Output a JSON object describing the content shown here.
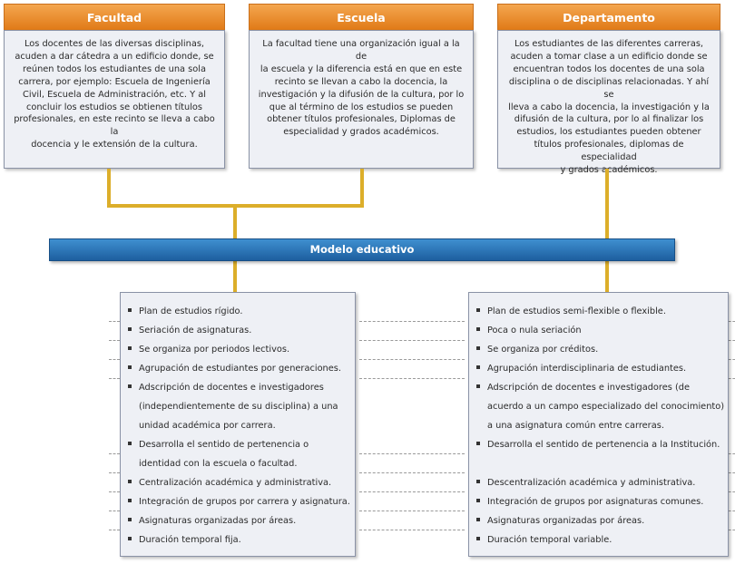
{
  "headers": {
    "facultad": "Facultad",
    "escuela": "Escuela",
    "departamento": "Departamento"
  },
  "descriptions": {
    "facultad": [
      "Los docentes de las diversas disciplinas,",
      "acuden a  dar cátedra a un edificio donde, se",
      "reúnen todos los estudiantes de una sola",
      "carrera, por ejemplo: Escuela de Ingeniería",
      "Civil, Escuela de Administración, etc. Y al",
      "concluir los estudios se obtienen títulos",
      "profesionales, en este recinto se lleva a cabo la",
      "docencia y le extensión de la cultura."
    ],
    "escuela": [
      "La facultad tiene una organización igual a la de",
      "la escuela y la diferencia está en que en este",
      "recinto se llevan a cabo la docencia, la",
      "investigación y la difusión de la cultura, por lo",
      "que al término de los estudios se pueden",
      "obtener títulos profesionales, Diplomas de",
      "especialidad y grados académicos."
    ],
    "departamento": [
      "Los estudiantes de las diferentes carreras,",
      "acuden a tomar clase a un edificio donde se",
      "encuentran todos los docentes de una sola",
      "disciplina o de disciplinas relacionadas. Y ahí se",
      "lleva a cabo la docencia, la investigación y la",
      "difusión de la cultura, por lo al finalizar los",
      "estudios, los estudiantes pueden obtener",
      "títulos profesionales, diplomas de especialidad",
      "y grados académicos."
    ]
  },
  "banner": "Modelo educativo",
  "left_list": [
    {
      "text": "Plan de estudios rígido.",
      "bullet": true
    },
    {
      "text": "Seriación de asignaturas.",
      "bullet": true
    },
    {
      "text": "Se organiza por periodos lectivos.",
      "bullet": true
    },
    {
      "text": "Agrupación de estudiantes por generaciones.",
      "bullet": true
    },
    {
      "text": "Adscripción de docentes e investigadores",
      "bullet": true
    },
    {
      "text": "(independientemente de su disciplina) a una",
      "bullet": false
    },
    {
      "text": "unidad académica por carrera.",
      "bullet": false
    },
    {
      "text": "Desarrolla el sentido de pertenencia o",
      "bullet": true
    },
    {
      "text": "identidad con  la escuela o facultad.",
      "bullet": false
    },
    {
      "text": "Centralización académica y administrativa.",
      "bullet": true
    },
    {
      "text": "Integración de grupos por carrera y asignatura.",
      "bullet": true
    },
    {
      "text": "Asignaturas organizadas por áreas.",
      "bullet": true
    },
    {
      "text": "Duración temporal fija.",
      "bullet": true
    }
  ],
  "right_list": [
    {
      "text": "Plan de estudios semi-flexible o flexible.",
      "bullet": true
    },
    {
      "text": "Poca o nula seriación",
      "bullet": true
    },
    {
      "text": "Se organiza por créditos.",
      "bullet": true
    },
    {
      "text": "Agrupación interdisciplinaria de estudiantes.",
      "bullet": true
    },
    {
      "text": "Adscripción de docentes  e investigadores (de",
      "bullet": true
    },
    {
      "text": "acuerdo a un campo especializado del conocimiento)",
      "bullet": false
    },
    {
      "text": "a una asignatura común entre carreras.",
      "bullet": false
    },
    {
      "text": "Desarrolla el sentido de pertenencia a la Institución.",
      "bullet": true
    },
    {
      "text": "",
      "bullet": false
    },
    {
      "text": "Descentralización académica y administrativa.",
      "bullet": true
    },
    {
      "text": "Integración de grupos por asignaturas comunes.",
      "bullet": true
    },
    {
      "text": "Asignaturas organizadas por áreas.",
      "bullet": true
    },
    {
      "text": "Duración temporal variable.",
      "bullet": true
    }
  ],
  "colors": {
    "header": "#e07a17",
    "banner": "#1d5f9f",
    "connector": "#dcae2a",
    "box_fill": "#eef0f5",
    "box_border": "#8a92a6"
  }
}
